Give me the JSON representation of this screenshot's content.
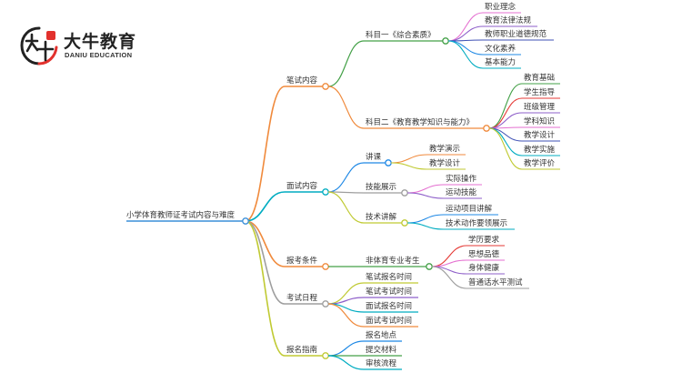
{
  "logo": {
    "name_cn": "大牛教育",
    "name_en": "DANIU EDUCATION",
    "colors": {
      "brand_red": "#e2312d",
      "brand_dark": "#222222"
    }
  },
  "mindmap": {
    "root": "小学体育教师证考试内容与难度",
    "branches": [
      {
        "label": "笔试内容",
        "color": "#f08a3c",
        "children": [
          {
            "label": "科目一《综合素质》",
            "color": "#43a047",
            "children": [
              {
                "label": "职业理念",
                "color": "#e46fd0"
              },
              {
                "label": "教育法律法规",
                "color": "#8e5fc9"
              },
              {
                "label": "教师职业道德规范",
                "color": "#3f51b5"
              },
              {
                "label": "文化素养",
                "color": "#1e88e5"
              },
              {
                "label": "基本能力",
                "color": "#00acc1"
              }
            ]
          },
          {
            "label": "科目二《教育教学知识与能力》",
            "color": "#f08a3c",
            "children": [
              {
                "label": "教育基础",
                "color": "#43a047"
              },
              {
                "label": "学生指导",
                "color": "#e53935"
              },
              {
                "label": "班级管理",
                "color": "#8e5fc9"
              },
              {
                "label": "学科知识",
                "color": "#e46fd0"
              },
              {
                "label": "教学设计",
                "color": "#3f51b5"
              },
              {
                "label": "教学实施",
                "color": "#00acc1"
              },
              {
                "label": "教学评价",
                "color": "#c0ca33"
              }
            ]
          }
        ]
      },
      {
        "label": "面试内容",
        "color": "#00acc1",
        "children": [
          {
            "label": "讲课",
            "color": "#1e88e5",
            "children": [
              {
                "label": "教学演示",
                "color": "#f08a3c"
              },
              {
                "label": "教学设计",
                "color": "#c0ca33"
              }
            ]
          },
          {
            "label": "技能展示",
            "color": "#9e9e9e",
            "children": [
              {
                "label": "实际操作",
                "color": "#e46fd0"
              },
              {
                "label": "运动技能",
                "color": "#8e5fc9"
              }
            ]
          },
          {
            "label": "技术讲解",
            "color": "#c0ca33",
            "children": [
              {
                "label": "运动项目讲解",
                "color": "#1e88e5"
              },
              {
                "label": "技术动作要领展示",
                "color": "#00acc1"
              }
            ]
          }
        ]
      },
      {
        "label": "报考条件",
        "color": "#f08a3c",
        "children": [
          {
            "label": "非体育专业考生",
            "color": "#43a047",
            "children": [
              {
                "label": "学历要求",
                "color": "#e53935"
              },
              {
                "label": "思想品德",
                "color": "#e46fd0"
              },
              {
                "label": "身体健康",
                "color": "#8e5fc9"
              },
              {
                "label": "普通话水平测试",
                "color": "#9e9e9e"
              }
            ]
          }
        ]
      },
      {
        "label": "考试日程",
        "color": "#9e9e9e",
        "children": [
          {
            "label": "笔试报名时间",
            "color": "#c0ca33"
          },
          {
            "label": "笔试考试时间",
            "color": "#8e5fc9"
          },
          {
            "label": "面试报名时间",
            "color": "#00acc1"
          },
          {
            "label": "面试考试时间",
            "color": "#f08a3c"
          }
        ]
      },
      {
        "label": "报名指南",
        "color": "#c0ca33",
        "children": [
          {
            "label": "报名地点",
            "color": "#1e88e5"
          },
          {
            "label": "提交材料",
            "color": "#43a047"
          },
          {
            "label": "审核流程",
            "color": "#00acc1"
          }
        ]
      }
    ]
  }
}
